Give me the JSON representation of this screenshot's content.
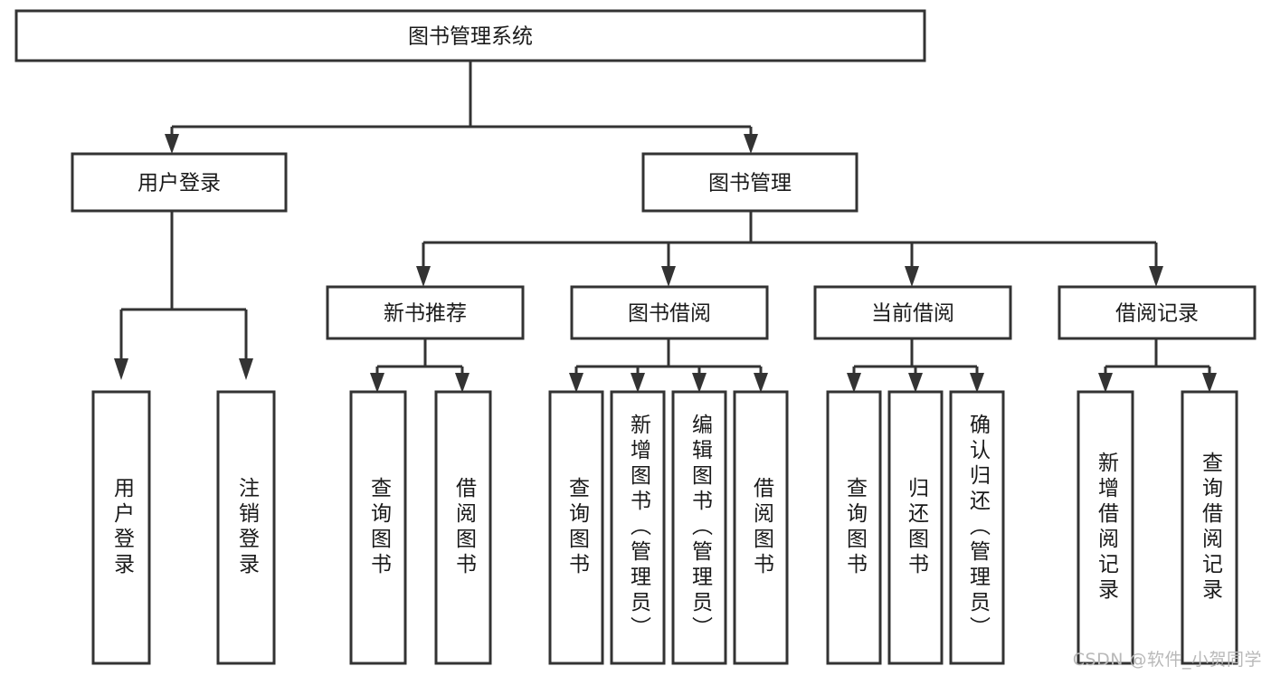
{
  "diagram": {
    "type": "tree-hierarchy",
    "title": "图书管理系统",
    "watermark": "CSDN @软件_小贺同学",
    "colors": {
      "stroke": "#333333",
      "box_fill": "#ffffff",
      "text": "#1a1a1a",
      "background": "#ffffff",
      "watermark": "#b9b9b9"
    },
    "root": {
      "label": "图书管理系统"
    },
    "level2": [
      {
        "label": "用户登录"
      },
      {
        "label": "图书管理"
      }
    ],
    "level3": [
      {
        "label": "新书推荐"
      },
      {
        "label": "图书借阅"
      },
      {
        "label": "当前借阅"
      },
      {
        "label": "借阅记录"
      }
    ],
    "leaves": {
      "user_login": [
        {
          "label": "用户登录"
        },
        {
          "label": "注销登录"
        }
      ],
      "new_book_recommend": [
        {
          "label": "查询图书"
        },
        {
          "label": "借阅图书"
        }
      ],
      "book_borrow": [
        {
          "label": "查询图书"
        },
        {
          "label": "新增图书（管理员）"
        },
        {
          "label": "编辑图书（管理员）"
        },
        {
          "label": "借阅图书"
        }
      ],
      "current_borrow": [
        {
          "label": "查询图书"
        },
        {
          "label": "归还图书"
        },
        {
          "label": "确认归还（管理员）"
        }
      ],
      "borrow_records": [
        {
          "label": "新增借阅记录"
        },
        {
          "label": "查询借阅记录"
        }
      ]
    }
  }
}
